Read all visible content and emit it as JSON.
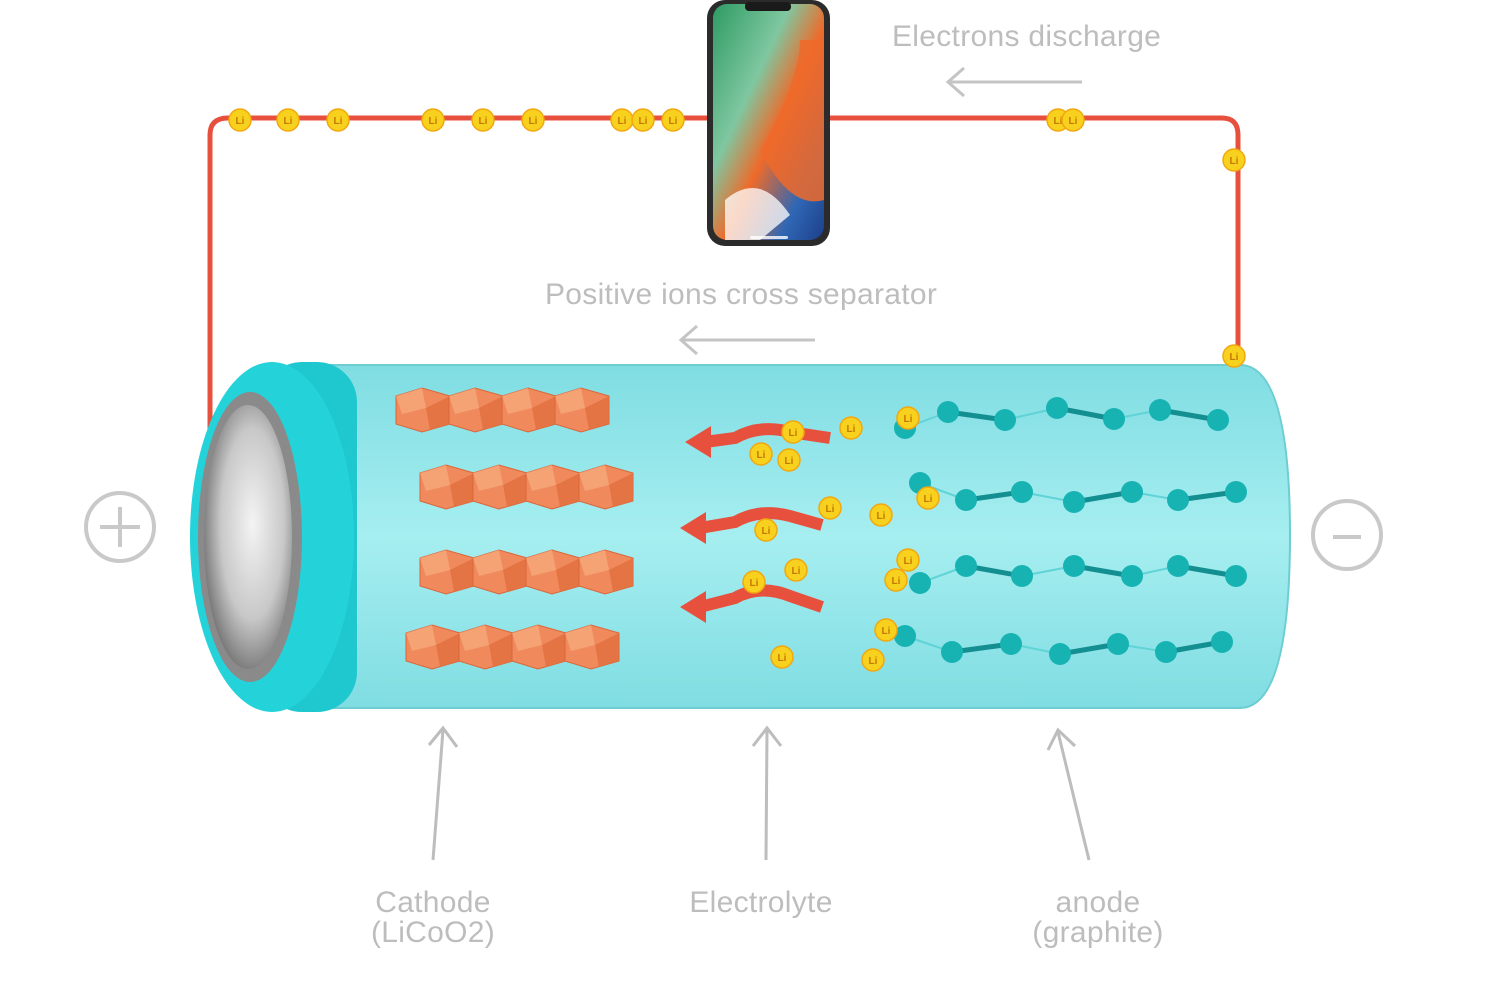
{
  "labels": {
    "electrons_discharge": "Electrons discharge",
    "positive_ions": "Positive ions cross separator",
    "cathode": [
      "Cathode",
      "(LiCoO2)"
    ],
    "electrolyte": "Electrolyte",
    "anode": [
      "anode",
      "(graphite)"
    ]
  },
  "terminals": {
    "positive": "+",
    "negative": "−"
  },
  "ion_symbol": "Li",
  "colors": {
    "wire": "#e8503e",
    "battery_body": "#8fe6ea",
    "battery_cap": "#22cfd6",
    "cathode_crystal": "#f08a5d",
    "anode_atom": "#17b3b3",
    "ion": "#f7d11e",
    "label_gray": "#bdbdbd"
  },
  "icons": [
    "phone-device-icon",
    "plus-terminal-icon",
    "minus-terminal-icon"
  ]
}
